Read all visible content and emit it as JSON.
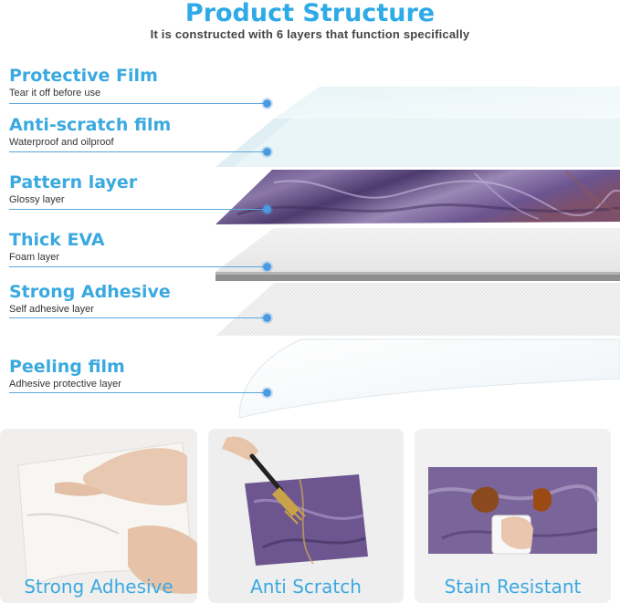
{
  "header": {
    "title": "Product Structure",
    "subtitle": "It is constructed with 6 layers that function specifically"
  },
  "layers": [
    {
      "name": "Protective Film",
      "description": "Tear it off before use"
    },
    {
      "name": "Anti-scratch film",
      "description": "Waterproof and oilproof"
    },
    {
      "name": "Pattern layer",
      "description": "Glossy layer"
    },
    {
      "name": "Thick EVA",
      "description": "Foam layer"
    },
    {
      "name": "Strong Adhesive",
      "description": "Self adhesive layer"
    },
    {
      "name": "Peeling film",
      "description": "Adhesive protective layer"
    }
  ],
  "features": [
    {
      "caption": "Strong Adhesive"
    },
    {
      "caption": "Anti Scratch"
    },
    {
      "caption": "Stain Resistant"
    }
  ],
  "colors": {
    "accent": "#3aa9e0",
    "marble": "#6a5189",
    "leader": "#5aa8de"
  }
}
